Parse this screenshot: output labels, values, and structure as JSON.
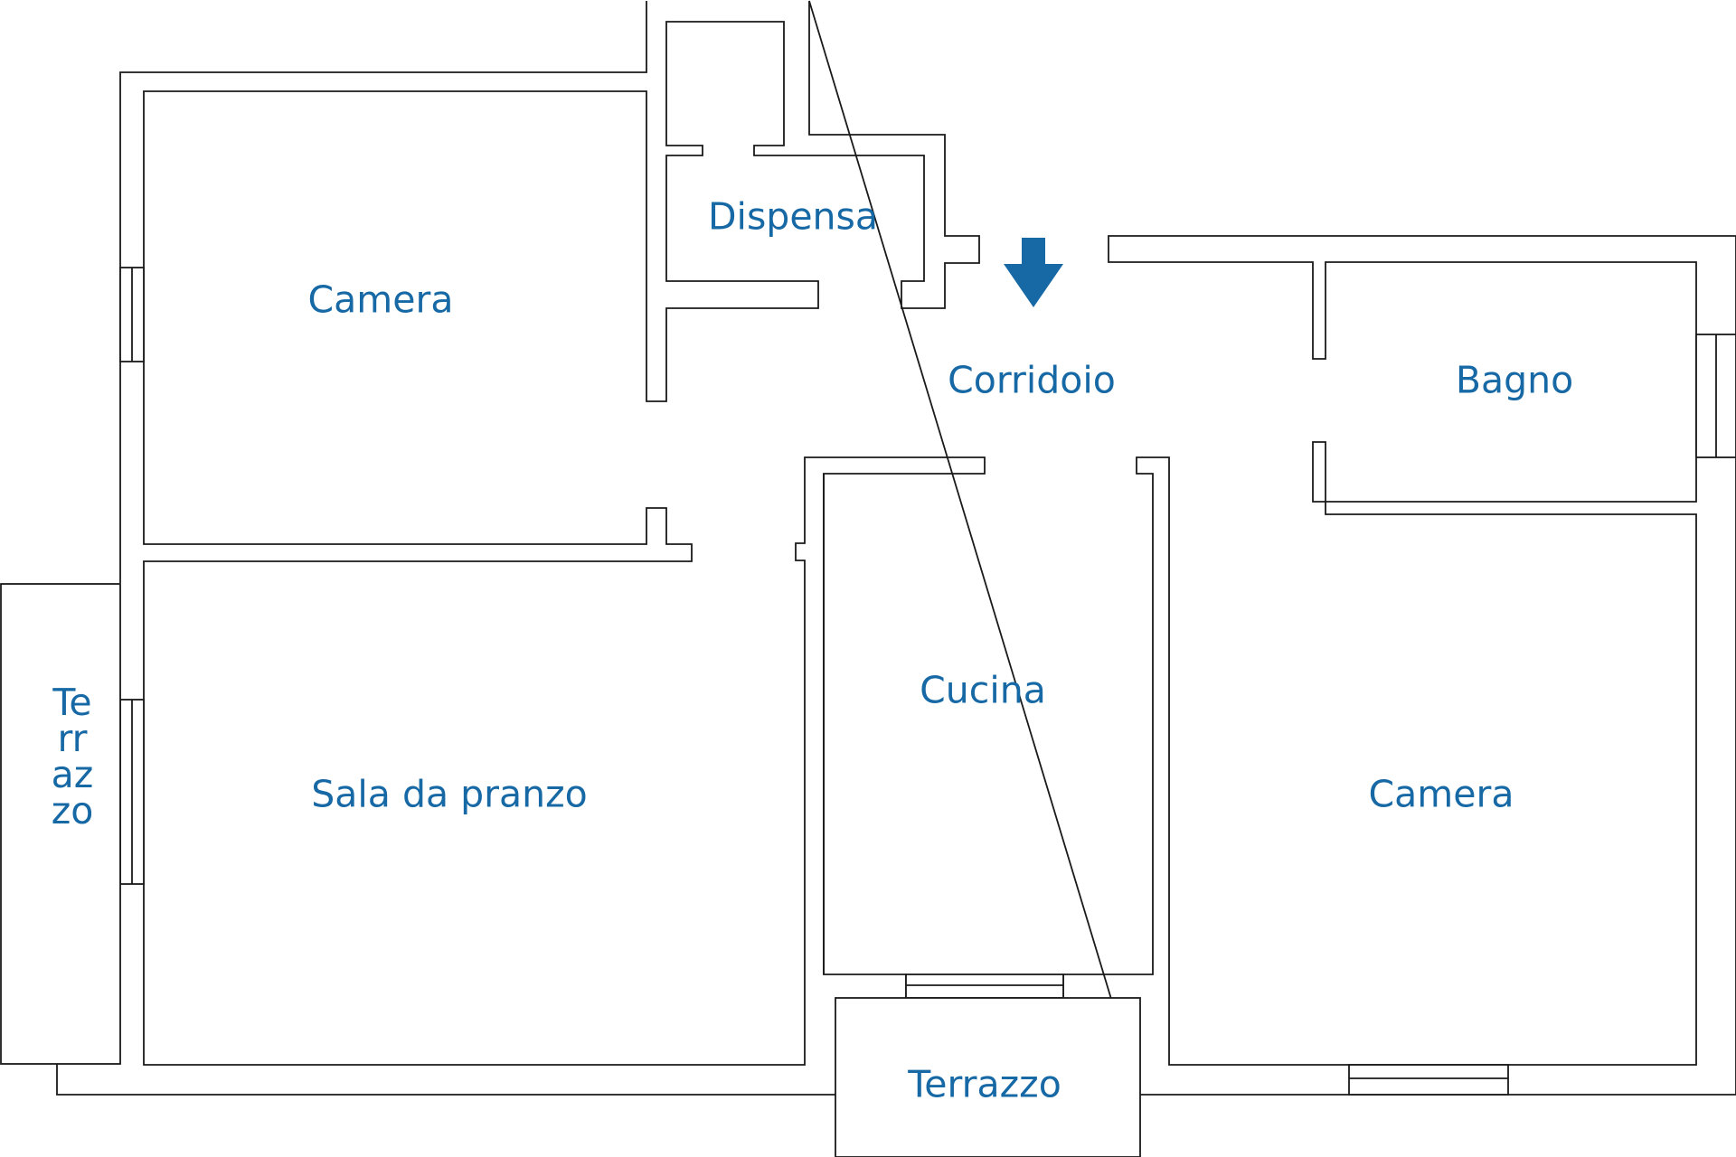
{
  "floor_plan": {
    "text_color": "#1769a6",
    "wall_color": "#1a1a1a",
    "entrance_icon": "arrow-down-icon",
    "rooms": {
      "camera_top_left": "Camera",
      "dispensa": "Dispensa",
      "corridoio": "Corridoio",
      "bagno": "Bagno",
      "cucina": "Cucina",
      "sala_da_pranzo": "Sala da pranzo",
      "camera_bottom_right": "Camera",
      "terrazzo_bottom": "Terrazzo",
      "terrazzo_left": "Terrazzo"
    }
  }
}
